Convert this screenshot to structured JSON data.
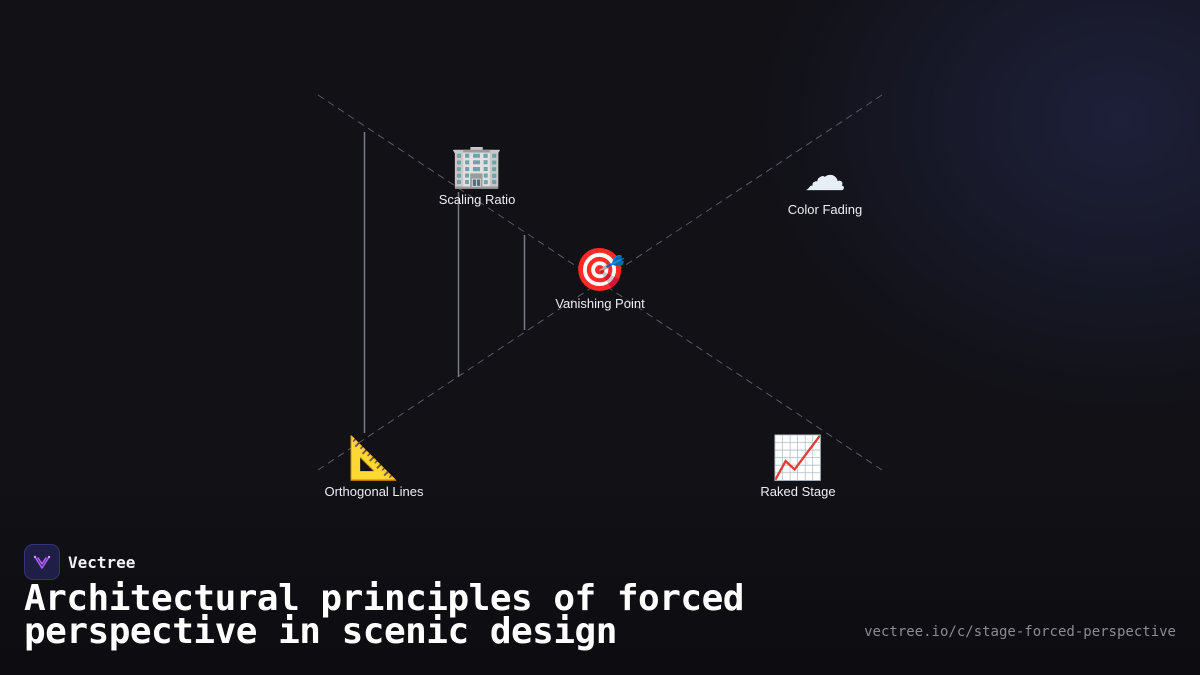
{
  "diagram": {
    "nodes": [
      {
        "label": "Scaling Ratio",
        "icon": "office-building-icon",
        "glyph": "🏢"
      },
      {
        "label": "Color Fading",
        "icon": "cloud-icon",
        "glyph": "☁"
      },
      {
        "label": "Vanishing Point",
        "icon": "target-icon",
        "glyph": "🎯"
      },
      {
        "label": "Orthogonal Lines",
        "icon": "triangular-ruler-icon",
        "glyph": "📐"
      },
      {
        "label": "Raked Stage",
        "icon": "chart-increasing-icon",
        "glyph": "📈"
      }
    ]
  },
  "brand": {
    "name": "Vectree",
    "logo_icon": "vectree-logo-icon",
    "accent": "#b05cf0",
    "logo_bg": "#1f1e46"
  },
  "title": "Architectural principles of forced perspective in scenic design",
  "url": "vectree.io/c/stage-forced-perspective"
}
